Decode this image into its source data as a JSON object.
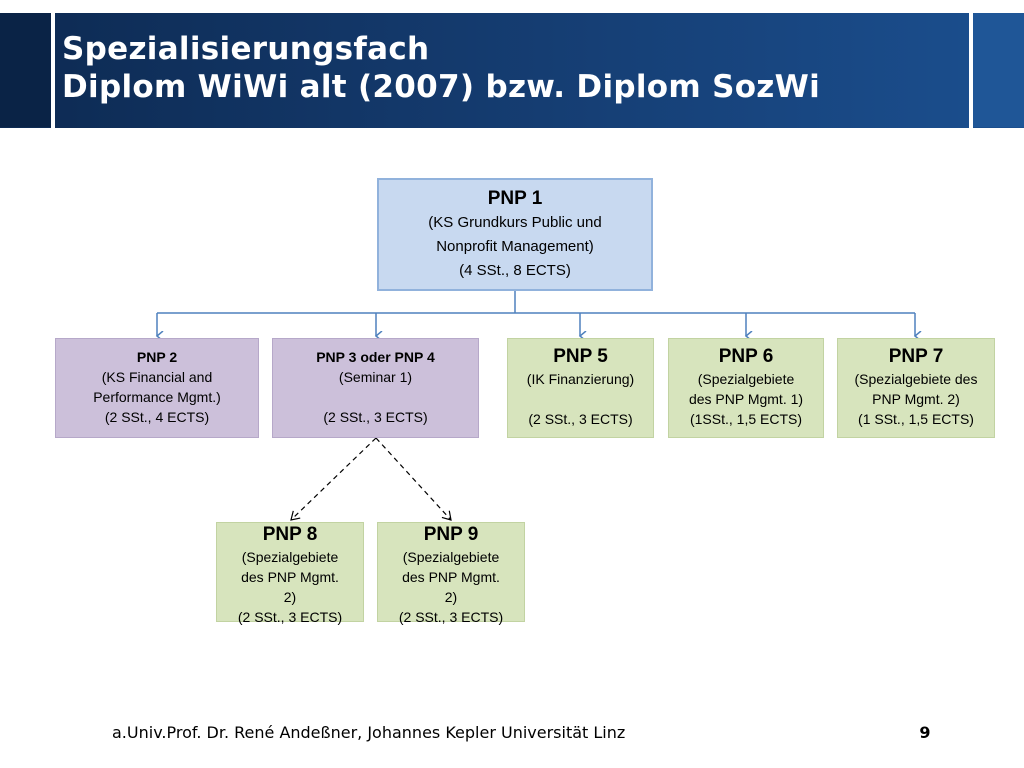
{
  "header": {
    "title_line1": "Spezialisierungsfach",
    "title_line2": "Diplom WiWi alt (2007) bzw. Diplom SozWi"
  },
  "nodes": {
    "pnp1": {
      "title": "PNP 1",
      "lines": [
        "(KS Grundkurs Public und",
        "Nonprofit Management)",
        "(4 SSt., 8 ECTS)"
      ]
    },
    "pnp2": {
      "title": "PNP 2",
      "lines": [
        "(KS Financial and",
        "Performance Mgmt.)",
        "(2 SSt., 4 ECTS)"
      ]
    },
    "pnp3": {
      "title": "PNP 3 oder PNP 4",
      "lines": [
        "(Seminar 1)",
        "(2 SSt., 3 ECTS)"
      ]
    },
    "pnp5": {
      "title": "PNP 5",
      "lines": [
        "(IK Finanzierung)",
        "(2 SSt., 3 ECTS)"
      ]
    },
    "pnp6": {
      "title": "PNP 6",
      "lines": [
        "(Spezialgebiete",
        "des PNP Mgmt. 1)",
        "(1SSt., 1,5 ECTS)"
      ]
    },
    "pnp7": {
      "title": "PNP 7",
      "lines": [
        "(Spezialgebiete des",
        "PNP Mgmt. 2)",
        "(1 SSt., 1,5 ECTS)"
      ]
    },
    "pnp8": {
      "title": "PNP 8",
      "lines": [
        "(Spezialgebiete",
        "des PNP Mgmt.",
        "2)",
        "(2 SSt., 3 ECTS)"
      ]
    },
    "pnp9": {
      "title": "PNP 9",
      "lines": [
        "(Spezialgebiete",
        "des PNP Mgmt.",
        "2)",
        "(2 SSt., 3 ECTS)"
      ]
    }
  },
  "colors": {
    "header_dark": "#0d2a52",
    "header_accent": "#1b4f8f",
    "box_blue": "#c8d9f0",
    "box_purple": "#ccc0da",
    "box_green": "#d7e4bd",
    "connector": "#4f81bd"
  },
  "footer": {
    "author": "a.Univ.Prof. Dr. René Andeßner, Johannes Kepler Universität Linz",
    "page_number": "9"
  }
}
